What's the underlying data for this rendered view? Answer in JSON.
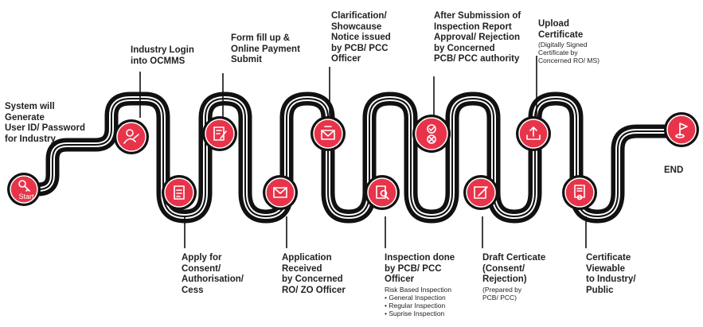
{
  "colors": {
    "node": "#e8344a",
    "track": "#111111",
    "stroke": "#ffffff",
    "text": "#222222"
  },
  "start": {
    "label": "Start",
    "icon": "key-icon"
  },
  "end": {
    "label": "END",
    "icon": "flag-icon"
  },
  "steps": [
    {
      "text": "System will\nGenerate\nUser ID/ Password\nfor Industry",
      "icon": "key-icon"
    },
    {
      "text": "Industry Login\ninto OCMMS",
      "icon": "user-key-icon"
    },
    {
      "text": "Apply for\nConsent/\nAuthorisation/\nCess",
      "icon": "application-form-icon"
    },
    {
      "text": "Form fill up &\nOnline Payment\nSubmit",
      "icon": "edit-document-icon"
    },
    {
      "text": "Application\nReceived\nby Concerned\nRO/ ZO Officer",
      "icon": "inbox-mail-icon"
    },
    {
      "text": "Clarification/\nShowcause\nNotice issued\nby PCB/ PCC\nOfficer",
      "icon": "envelope-icon"
    },
    {
      "text": "Inspection done\nby PCB/ PCC\nOfficer",
      "icon": "inspection-search-icon",
      "sub": "Risk Based Inspection",
      "list": [
        "General Inspection",
        "Regular Inspection",
        "Suprise Inspection"
      ]
    },
    {
      "text": "After Submission of\nInspection Report\nApproval/ Rejection\nby Concerned\nPCB/ PCC authority",
      "icon": "approve-reject-icon"
    },
    {
      "text": "Draft Certicate\n(Consent/\nRejection)",
      "icon": "pencil-square-icon",
      "sub": "(Prepared by\nPCB/ PCC)"
    },
    {
      "text": "Upload\nCertificate",
      "icon": "upload-icon",
      "sub": "(Digitally Signed\nCertificate by\nConcerned RO/ MS)"
    },
    {
      "text": "Certificate\nViewable\nto Industry/\nPublic",
      "icon": "certificate-icon"
    }
  ]
}
